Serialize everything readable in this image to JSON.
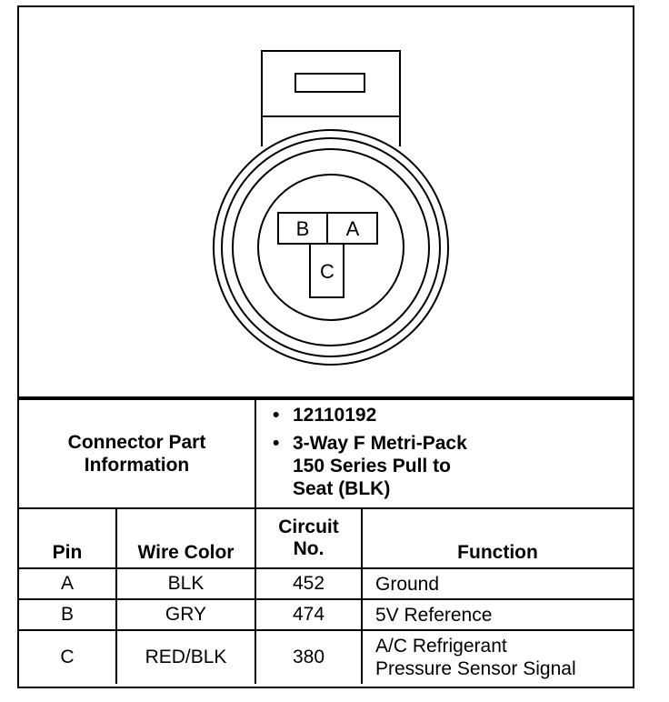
{
  "connector": {
    "pins": {
      "a": "A",
      "b": "B",
      "c": "C"
    }
  },
  "part_info": {
    "label_line1": "Connector Part",
    "label_line2": "Information",
    "part_number": "12110192",
    "description_line1": "3-Way F Metri-Pack",
    "description_line2": "150 Series Pull to",
    "description_line3": "Seat (BLK)"
  },
  "table": {
    "headers": {
      "pin": "Pin",
      "wire_color": "Wire Color",
      "circuit_line1": "Circuit",
      "circuit_line2": "No.",
      "function": "Function"
    },
    "rows": [
      {
        "pin": "A",
        "wire_color": "BLK",
        "circuit": "452",
        "function_line1": "Ground",
        "function_line2": ""
      },
      {
        "pin": "B",
        "wire_color": "GRY",
        "circuit": "474",
        "function_line1": "5V Reference",
        "function_line2": ""
      },
      {
        "pin": "C",
        "wire_color": "RED/BLK",
        "circuit": "380",
        "function_line1": "A/C Refrigerant",
        "function_line2": "Pressure Sensor Signal"
      }
    ]
  }
}
